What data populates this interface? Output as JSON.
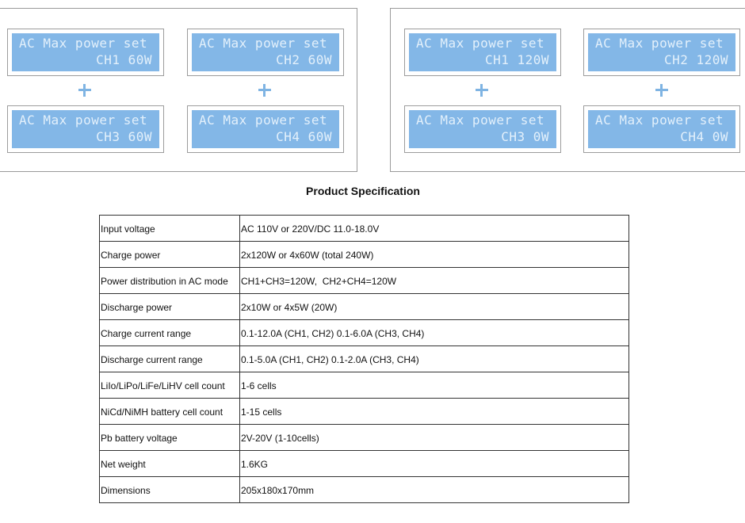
{
  "displays": {
    "left": [
      {
        "line1": "AC Max power set",
        "line2": "CH1 60W"
      },
      {
        "line1": "AC Max power set",
        "line2": "CH2 60W"
      },
      {
        "line1": "AC Max power set",
        "line2": "CH3 60W"
      },
      {
        "line1": "AC Max power set",
        "line2": "CH4 60W"
      }
    ],
    "right": [
      {
        "line1": "AC Max power set",
        "line2": "CH1 120W"
      },
      {
        "line1": "AC Max power set",
        "line2": "CH2 120W"
      },
      {
        "line1": "AC Max power set",
        "line2": "CH3 0W"
      },
      {
        "line1": "AC Max power set",
        "line2": "CH4 0W"
      }
    ],
    "plus_icon": "plus-icon",
    "colors": {
      "lcd_background": "#83b7e7",
      "lcd_text": "#e3f0fb",
      "plus": "#7fb4e3"
    }
  },
  "spec": {
    "title": "Product Specification",
    "rows": [
      [
        "Input voltage",
        "AC 110V or 220V/DC 11.0-18.0V"
      ],
      [
        "Charge power",
        "2x120W or 4x60W (total 240W)"
      ],
      [
        "Power distribution in AC mode",
        "CH1+CH3=120W,  CH2+CH4=120W"
      ],
      [
        "Discharge power",
        "2x10W or 4x5W (20W)"
      ],
      [
        "Charge current range",
        "0.1-12.0A (CH1, CH2) 0.1-6.0A (CH3, CH4)"
      ],
      [
        "Discharge current range",
        "0.1-5.0A (CH1, CH2) 0.1-2.0A (CH3, CH4)"
      ],
      [
        "LiIo/LiPo/LiFe/LiHV cell count",
        "1-6 cells"
      ],
      [
        "NiCd/NiMH battery cell count",
        "1-15 cells"
      ],
      [
        "Pb battery voltage",
        "2V-20V (1-10cells)"
      ],
      [
        "Net weight",
        "1.6KG"
      ],
      [
        "Dimensions",
        "205x180x170mm"
      ]
    ]
  }
}
